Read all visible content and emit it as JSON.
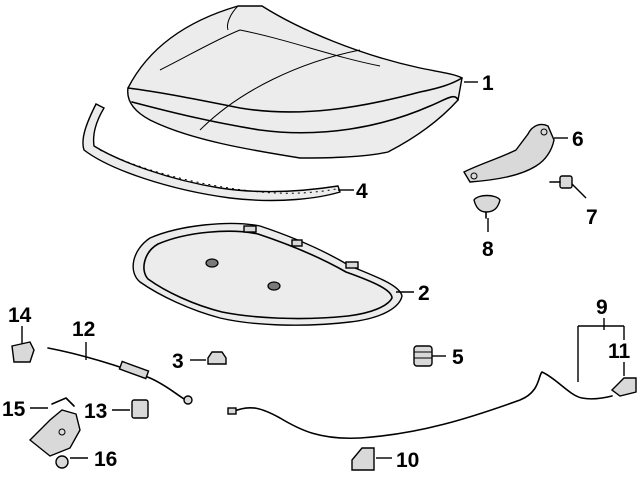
{
  "colors": {
    "line": "#000000",
    "fill": "#d9d9d9",
    "light": "#ececec",
    "dark": "#7a7a7a"
  },
  "callouts": [
    {
      "id": "hood",
      "label": "1"
    },
    {
      "id": "insulator",
      "label": "2"
    },
    {
      "id": "bumper",
      "label": "3"
    },
    {
      "id": "seal",
      "label": "4"
    },
    {
      "id": "stop",
      "label": "5"
    },
    {
      "id": "hinge",
      "label": "6"
    },
    {
      "id": "hinge-bolt",
      "label": "7"
    },
    {
      "id": "retainer",
      "label": "8"
    },
    {
      "id": "cable",
      "label": "9"
    },
    {
      "id": "cable-clip",
      "label": "10"
    },
    {
      "id": "handle",
      "label": "11"
    },
    {
      "id": "prop-rod",
      "label": "12"
    },
    {
      "id": "rod-holder",
      "label": "13"
    },
    {
      "id": "rod-grommet",
      "label": "14"
    },
    {
      "id": "latch",
      "label": "15"
    },
    {
      "id": "latch-bolt",
      "label": "16"
    }
  ]
}
